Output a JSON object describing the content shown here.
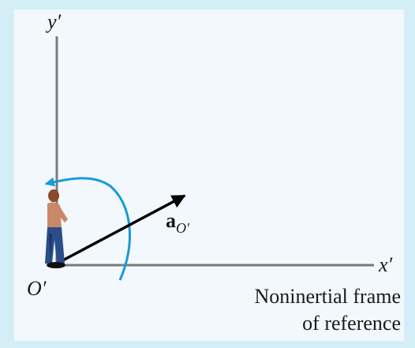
{
  "diagram": {
    "axes": {
      "y_label": "y′",
      "x_label": "x′",
      "origin_label": "O′"
    },
    "acceleration": {
      "symbol": "a",
      "subscript": "O′",
      "direction_deg": 27
    },
    "caption": {
      "line1": "Noninertial frame",
      "line2": "of reference"
    },
    "colors": {
      "background": "#d4eef8",
      "panel": "#f2f8fd",
      "axis": "#7a7a7a",
      "rotation_arc": "#1a9ad6",
      "vector": "#000000"
    },
    "icons": {
      "observer": "person-standing-icon",
      "rotation": "counterclockwise-rotation-arc-icon"
    }
  }
}
